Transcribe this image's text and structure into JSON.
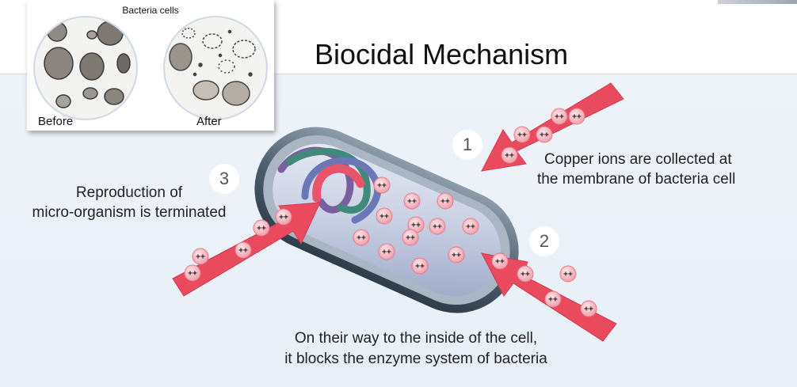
{
  "title": "Biocidal Mechanism",
  "inset": {
    "caption": "Bacteria cells",
    "before_label": "Before",
    "after_label": "After"
  },
  "steps": [
    {
      "number": "1",
      "text_lead": "Copper",
      "text_rest": " ions are collected at",
      "text_line2": "the membrane of bacteria cell"
    },
    {
      "number": "2",
      "text_line1": "On their way to the inside of the cell,",
      "text_line2": "it blocks the enzyme system of bacteria"
    },
    {
      "number": "3",
      "text_line1": "Reproduction of",
      "text_line2": "micro-organism is terminated"
    }
  ],
  "ion_label": "++",
  "colors": {
    "arrow": "#ea4a5e",
    "ion_fill": "#f7b3bc",
    "cell_shell": "#5e7080",
    "cell_inner": "#c7cfe2"
  }
}
